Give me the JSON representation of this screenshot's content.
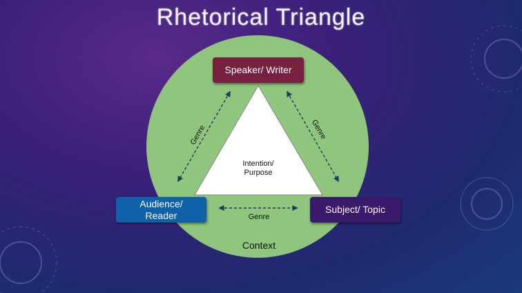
{
  "slide": {
    "title": "Rhetorical Triangle",
    "nodes": {
      "speaker": "Speaker/ Writer",
      "audience": "Audience/ Reader",
      "subject": "Subject/ Topic"
    },
    "center": {
      "line1": "Intention/",
      "line2": "Purpose"
    },
    "edges": {
      "left": "Genre",
      "right": "Genre",
      "bottom": "Genre"
    },
    "context_label": "Context",
    "colors": {
      "circle": "#8fc57c",
      "speaker_box": "#76213f",
      "audience_box": "#1062a8",
      "subject_box": "#3a1a6a",
      "arrow": "#1f3a5f"
    }
  }
}
